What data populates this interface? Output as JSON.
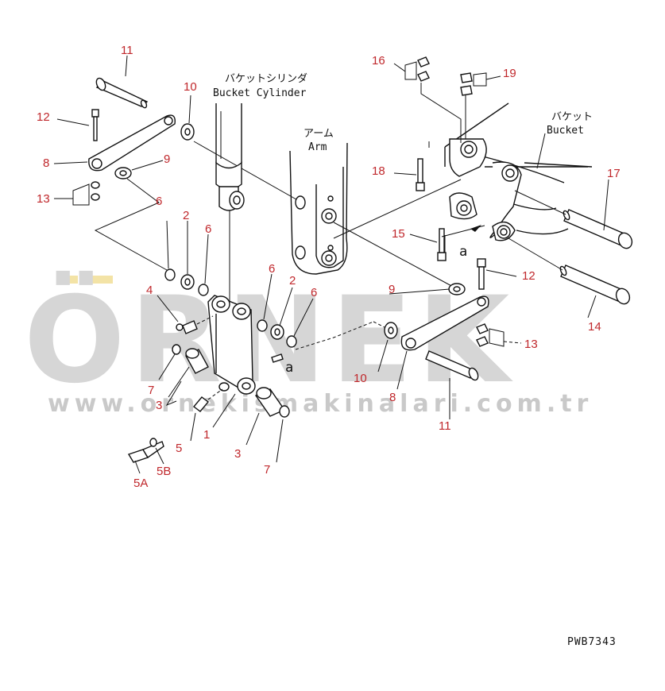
{
  "watermark": {
    "brand": "ÖRNEK",
    "url": "www.ornekismakinalari.com.tr",
    "accent_color": "#f3e3a6"
  },
  "labels": {
    "bucket_cylinder_jp": "バケットシリンダ",
    "bucket_cylinder_en": "Bucket Cylinder",
    "arm_jp": "アーム",
    "arm_en": "Arm",
    "bucket_jp": "バケット",
    "bucket_en": "Bucket",
    "ref_a1": "a",
    "ref_a2": "a"
  },
  "drawing_code": "PWB7343",
  "callouts": {
    "c11a": "11",
    "c10a": "10",
    "c12a": "12",
    "c8a": "8",
    "c9a": "9",
    "c13a": "13",
    "c6a": "6",
    "c2a": "2",
    "c6b": "6",
    "c4": "4",
    "c6c": "6",
    "c2b": "2",
    "c6d": "6",
    "c7a": "7",
    "c3a": "3",
    "c5": "5",
    "c1": "1",
    "c3b": "3",
    "c7b": "7",
    "c5a": "5A",
    "c5b": "5B",
    "c16": "16",
    "c19": "19",
    "c18": "18",
    "c17": "17",
    "c15": "15",
    "c12b": "12",
    "c9b": "9",
    "c13b": "13",
    "c14": "14",
    "c10b": "10",
    "c8b": "8",
    "c11b": "11"
  },
  "colors": {
    "callout": "#c0282c",
    "line": "#111111",
    "watermark": "#d6d6d6"
  }
}
